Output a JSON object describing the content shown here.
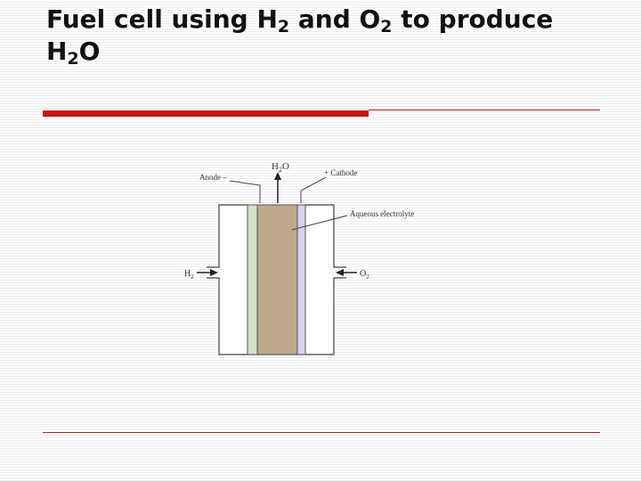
{
  "slide": {
    "title_main": "Fuel cell using H",
    "title_sub_1": "2",
    "title_mid": " and O",
    "title_sub_2": "2",
    "title_end": " to produce",
    "title_line2_main": "H",
    "title_line2_sub": "2",
    "title_line2_end": "O"
  },
  "diagram": {
    "water_label_main": "H",
    "water_label_sub": "2",
    "water_label_end": "O",
    "anode_label": "Anode –",
    "cathode_label": "+ Cathode",
    "electrolyte_label": "Aqueous electrolyte",
    "h2_label_main": "H",
    "h2_label_sub": "2",
    "o2_label_main": "O",
    "o2_label_sub": "2"
  },
  "colors": {
    "accent_red": "#cc1111",
    "anode_green": "#d6e4c6",
    "electrolyte_brown": "#bfa88a",
    "cathode_lavender": "#d4d4ee"
  }
}
